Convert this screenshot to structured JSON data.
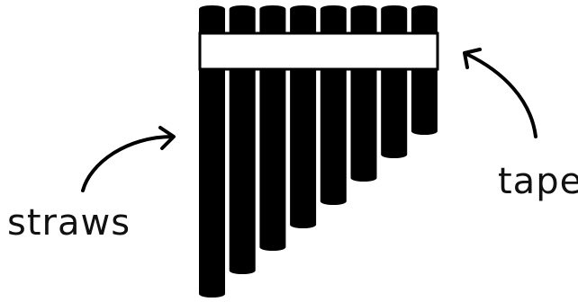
{
  "labels": {
    "straws": "straws",
    "tape": "tape"
  },
  "pan_flute": {
    "pipe_count": 8,
    "pipe_color": "#000000",
    "tape_color": "#ffffff"
  }
}
